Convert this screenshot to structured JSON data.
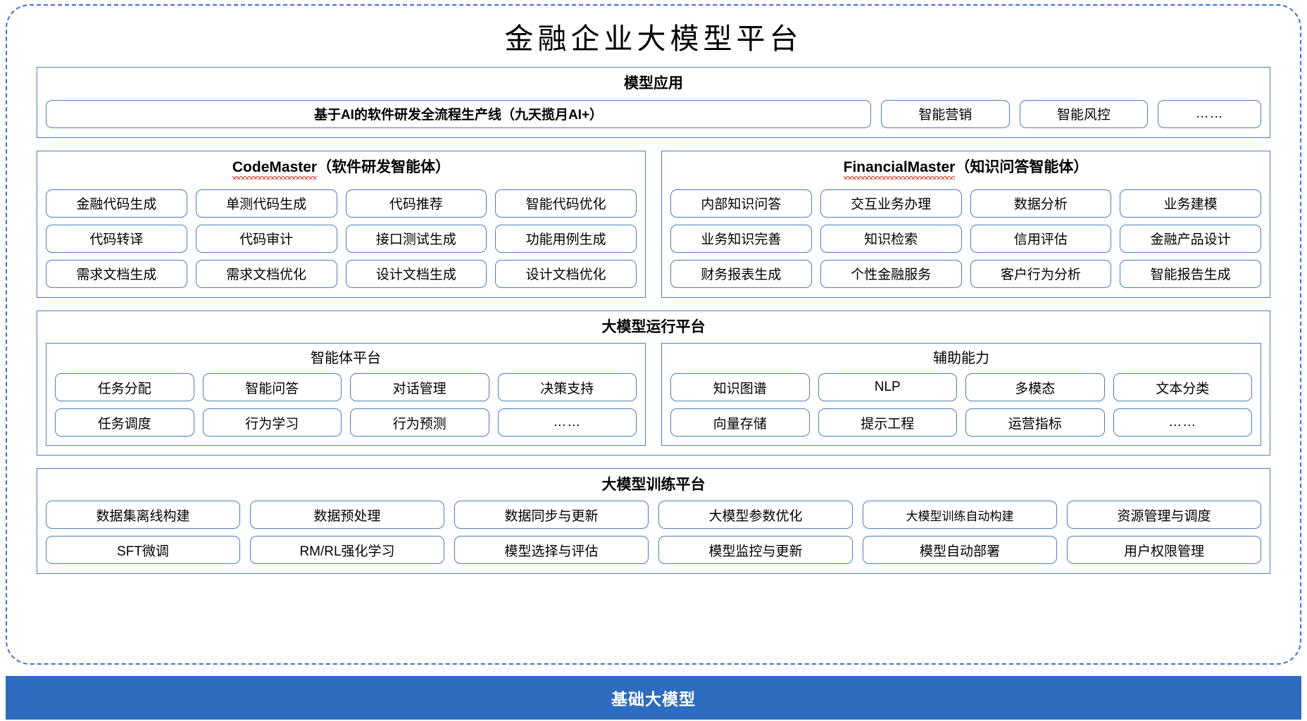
{
  "title": "金融企业大模型平台",
  "colors": {
    "accent_blue": "#2d6cbe",
    "border_blue": "#4a7ebb",
    "frame_dash_blue": "#3a6fd8",
    "spellcheck_red": "#e03a2f"
  },
  "model_application": {
    "heading": "模型应用",
    "primary": "基于AI的软件研发全流程生产线（九天揽月AI+）",
    "items": [
      "智能营销",
      "智能风控",
      "……"
    ]
  },
  "code_master": {
    "name": "CodeMaster",
    "suffix": "（软件研发智能体）",
    "items": [
      "金融代码生成",
      "单测代码生成",
      "代码推荐",
      "智能代码优化",
      "代码转译",
      "代码审计",
      "接口测试生成",
      "功能用例生成",
      "需求文档生成",
      "需求文档优化",
      "设计文档生成",
      "设计文档优化"
    ]
  },
  "financial_master": {
    "name": "FinancialMaster",
    "suffix": "（知识问答智能体）",
    "items": [
      "内部知识问答",
      "交互业务办理",
      "数据分析",
      "业务建模",
      "业务知识完善",
      "知识检索",
      "信用评估",
      "金融产品设计",
      "财务报表生成",
      "个性金融服务",
      "客户行为分析",
      "智能报告生成"
    ]
  },
  "runtime_platform": {
    "heading": "大模型运行平台",
    "agent_platform": {
      "heading": "智能体平台",
      "items": [
        "任务分配",
        "智能问答",
        "对话管理",
        "决策支持",
        "任务调度",
        "行为学习",
        "行为预测",
        "……"
      ]
    },
    "aux_capability": {
      "heading": "辅助能力",
      "items": [
        "知识图谱",
        "NLP",
        "多模态",
        "文本分类",
        "向量存储",
        "提示工程",
        "运营指标",
        "……"
      ]
    }
  },
  "training_platform": {
    "heading": "大模型训练平台",
    "items": [
      "数据集离线构建",
      "数据预处理",
      "数据同步与更新",
      "大模型参数优化",
      "大模型训练自动构建",
      "资源管理与调度",
      "SFT微调",
      "RM/RL强化学习",
      "模型选择与评估",
      "模型监控与更新",
      "模型自动部署",
      "用户权限管理"
    ]
  },
  "base_model_bar": {
    "label": "基础大模型"
  }
}
